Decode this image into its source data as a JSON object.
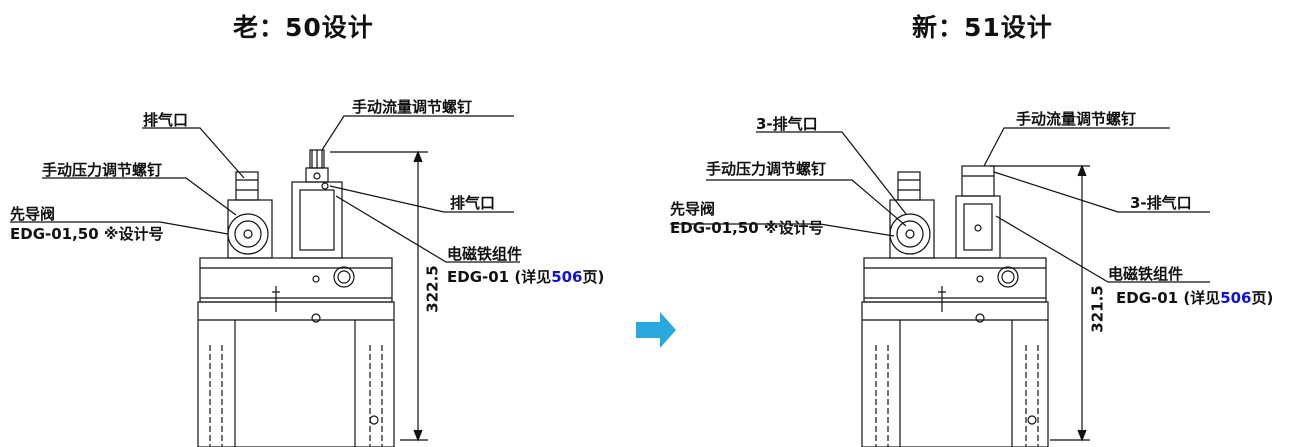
{
  "titles": {
    "old": "老：50设计",
    "new": "新：51设计"
  },
  "old_design": {
    "labels": {
      "vent_top": "排气口",
      "flow_screw": "手动流量调节螺钉",
      "pressure_screw": "手动压力调节螺钉",
      "pilot_valve": "先导阀",
      "pilot_model": "EDG-01,50 ※设计号",
      "vent_right": "排气口",
      "solenoid": "电磁铁组件",
      "solenoid_model_prefix": "EDG-01 (详见",
      "solenoid_page": "506",
      "solenoid_model_suffix": "页)"
    },
    "height_dim": "322.5"
  },
  "new_design": {
    "labels": {
      "vent_top": "3-排气口",
      "flow_screw": "手动流量调节螺钉",
      "pressure_screw": "手动压力调节螺钉",
      "pilot_valve": "先导阀",
      "pilot_model": "EDG-01,50 ※设计号",
      "vent_right": "3-排气口",
      "solenoid": "电磁铁组件",
      "solenoid_model_prefix": "EDG-01 (详见",
      "solenoid_page": "506",
      "solenoid_model_suffix": "页)"
    },
    "height_dim": "321.5"
  },
  "colors": {
    "arrow": "#29a8e0",
    "page_ref": "#1010e0",
    "line": "#111111"
  }
}
